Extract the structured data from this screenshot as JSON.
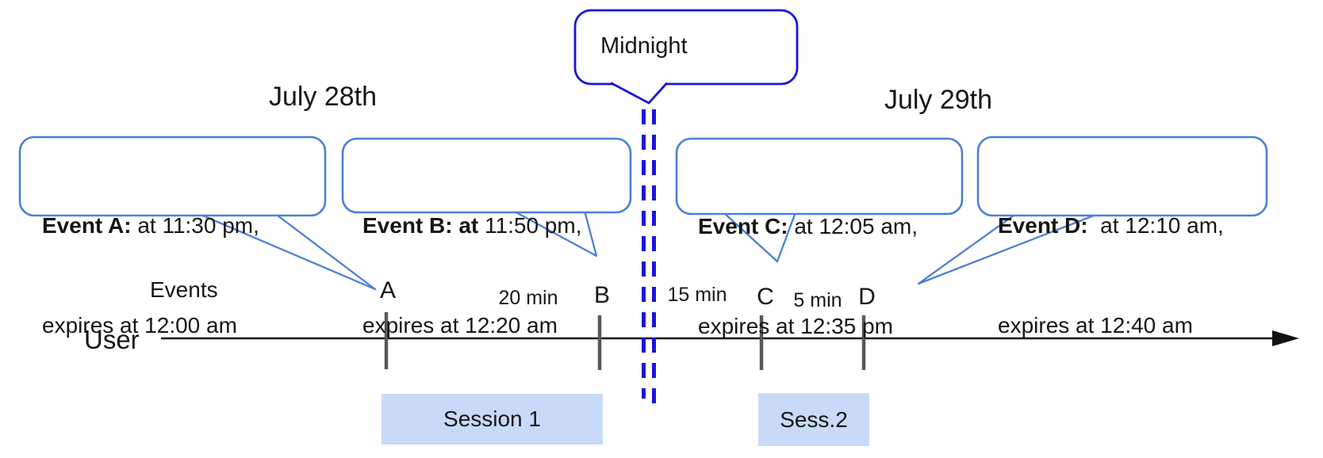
{
  "headers": {
    "july28": "July 28th",
    "july29": "July 29th"
  },
  "midnight": {
    "label": "Midnight"
  },
  "events": [
    {
      "id": "A",
      "bold": "Event A:",
      "rest": " at 11:30 pm,",
      "line2": "expires at 12:00 am"
    },
    {
      "id": "B",
      "bold": "Event B: at",
      "rest": " 11:50 pm,",
      "line2": "expires at 12:20 am"
    },
    {
      "id": "C",
      "bold": "Event C:",
      "rest": " at 12:05 am,",
      "line2": "expires at 12:35 pm"
    },
    {
      "id": "D",
      "bold": "Event D:",
      "rest": "  at 12:10 am,",
      "line2": "expires at 12:40 am"
    }
  ],
  "timeline": {
    "events_label": "Events",
    "row_label": "User",
    "tick_labels": [
      "A",
      "B",
      "C",
      "D"
    ],
    "gaps": [
      {
        "label": "20 min"
      },
      {
        "label": "15 min"
      },
      {
        "label": "5 min"
      }
    ]
  },
  "sessions": [
    {
      "label": "Session 1"
    },
    {
      "label": "Sess.2"
    }
  ],
  "colors": {
    "callout_border": "#4a80d8",
    "midnight_blue": "#1a15dc",
    "session_fill": "#c9daf8",
    "tick_gray": "#595959"
  }
}
